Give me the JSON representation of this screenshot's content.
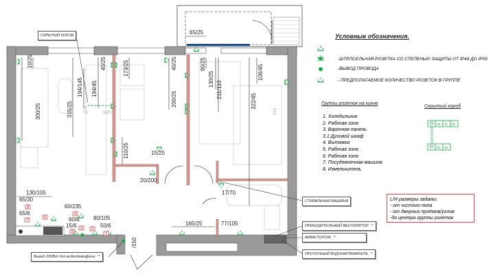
{
  "legend": {
    "title": "Условные обозначения.",
    "items": [
      {
        "icon": "socket-icon",
        "label": ""
      },
      {
        "icon": "socket-ip44-icon",
        "label": "-штепсельная розетка со степенью защиты от IP44 до IP55"
      },
      {
        "icon": "wire-outlet-dot-icon",
        "label": "-вывод провода"
      },
      {
        "icon": "socket-group-icon",
        "label": "- предполагаемое количество розеток в группе"
      }
    ]
  },
  "kitchen_groups": {
    "title": "Группы розеток на кухне",
    "items": [
      "1.  Холодильник",
      "2.  Рабочая зона",
      "3.   Варочная панель",
      "3.1 Духовой шкаф",
      "4.  Вытяжка",
      "5.  Рабочая зона",
      "6.  Рабочая зона",
      "7.  Посудомоечная машина",
      "8.  Измельчитель"
    ]
  },
  "hidden_box": {
    "title": "Скрытый короб",
    "cells_top": [
      "oo",
      "it",
      "tv"
    ],
    "cells_bottom": [
      "oo",
      "oo"
    ]
  },
  "note": {
    "lines": [
      "L/H размеры заданы:",
      "- от чистого пола",
      "- от дверных проёмов/углов",
      "-до центра группы розеток"
    ]
  },
  "callouts": {
    "hidden_box": "Скрытый короб",
    "washing_machine": "Стиральная машина",
    "fan": "Принудительный вентилятор",
    "aquastop": "Аквасторож",
    "water_heater": "Проточный водонагреватель",
    "intercom": "Вывод 220Вт для видеодомофона",
    "mark": "**"
  },
  "dimensions": [
    "10/25",
    "300/25",
    "315/25",
    "194/145",
    "194/45",
    "40/25",
    "173/25",
    "200/25",
    "40/25",
    "90/25",
    "130/25",
    "211/110",
    "106/45",
    "322/45",
    "65/25",
    "110/25",
    "15/25",
    "20/200",
    "17/70",
    "165/25",
    "77/105",
    "/150",
    "130/105",
    "65/30",
    "65/6",
    "60/235",
    "80/105",
    "60/6",
    "15/6",
    "50/6"
  ],
  "group_numbers": [
    "8",
    "7",
    "6",
    "4",
    "3",
    "5",
    "2",
    "1"
  ],
  "faint_labels": [
    "IT",
    "TV",
    "WIFI",
    "216"
  ],
  "colors": {
    "socket": "#1fa94a",
    "partition": "#d89a94",
    "note_border": "#d44444",
    "number_box": "#cc3333"
  }
}
